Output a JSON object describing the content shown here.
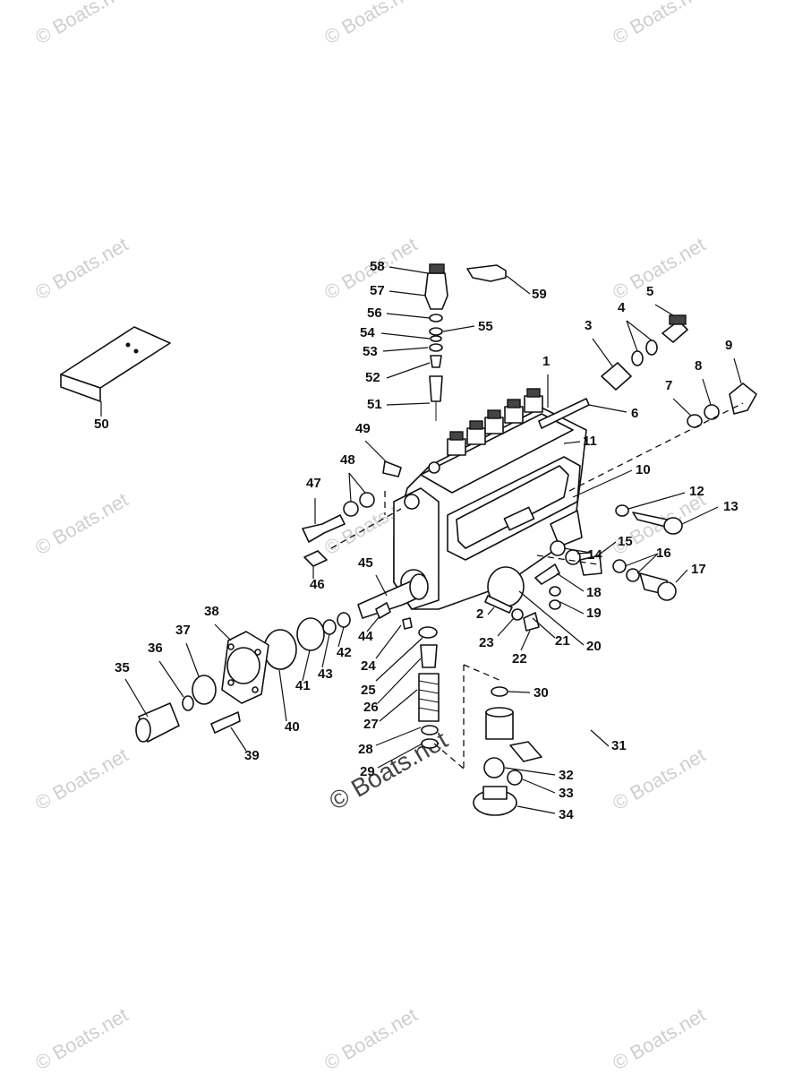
{
  "watermark": {
    "text": "© Boats.net",
    "color": "#cfcfcf"
  },
  "callouts": [
    "1",
    "2",
    "3",
    "4",
    "5",
    "6",
    "7",
    "8",
    "9",
    "10",
    "11",
    "12",
    "13",
    "14",
    "15",
    "16",
    "17",
    "18",
    "19",
    "20",
    "21",
    "22",
    "23",
    "24",
    "25",
    "26",
    "27",
    "28",
    "29",
    "30",
    "31",
    "32",
    "33",
    "34",
    "35",
    "36",
    "37",
    "38",
    "39",
    "40",
    "41",
    "42",
    "43",
    "44",
    "45",
    "46",
    "47",
    "48",
    "49",
    "50",
    "51",
    "52",
    "53",
    "54",
    "55",
    "56",
    "57",
    "58",
    "59"
  ]
}
